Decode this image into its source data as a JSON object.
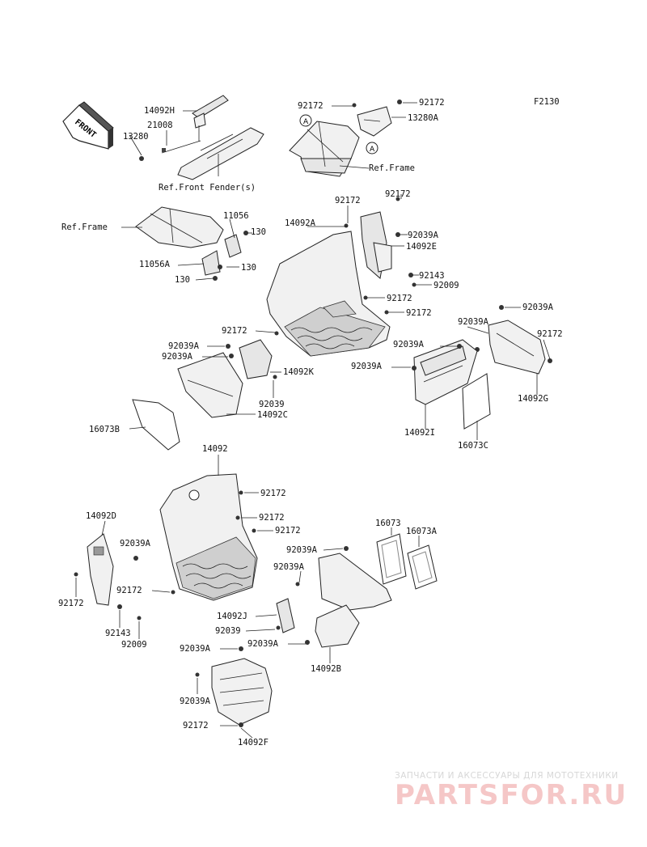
{
  "figure_code": "F2130",
  "front_arrow": "FRONT",
  "ref_labels": {
    "frame_top": "Ref.Frame",
    "front_fender": "Ref.Front Fender(s)",
    "frame_left": "Ref.Frame"
  },
  "callout_letter": "A",
  "parts": {
    "p14092H": "14092H",
    "p21008": "21008",
    "p13280": "13280",
    "p92172_a": "92172",
    "p92172_b": "92172",
    "p13280A": "13280A",
    "p11056": "11056",
    "p130_a": "130",
    "p130_b": "130",
    "p11056A": "11056A",
    "p130_c": "130",
    "p92172_c": "92172",
    "p14092A": "14092A",
    "p92172_d": "92172",
    "p92039A_a": "92039A",
    "p14092E": "14092E",
    "p92143_a": "92143",
    "p92009_a": "92009",
    "p92172_e": "92172",
    "p92172_f": "92172",
    "p92039A_b": "92039A",
    "p92172_g": "92172",
    "p92039A_c": "92039A",
    "p92039A_d": "92039A",
    "p92172_h": "92172",
    "p92039A_e": "92039A",
    "p92039A_f": "92039A",
    "p14092K": "14092K",
    "p92039A_g": "92039A",
    "p14092G": "14092G",
    "p92039_a": "92039",
    "p14092C": "14092C",
    "p16073B": "16073B",
    "p14092I": "14092I",
    "p16073C": "16073C",
    "p14092": "14092",
    "p92172_i": "92172",
    "p14092D": "14092D",
    "p92172_j": "92172",
    "p92172_k": "92172",
    "p16073": "16073",
    "p16073A": "16073A",
    "p92039A_h": "92039A",
    "p92039A_i": "92039A",
    "p92039A_j": "92039A",
    "p92172_l": "92172",
    "p92172_m": "92172",
    "p14092J": "14092J",
    "p92143_b": "92143",
    "p92039_b": "92039",
    "p92009_b": "92009",
    "p92039A_k": "92039A",
    "p92039A_l": "92039A",
    "p14092B": "14092B",
    "p92039A_m": "92039A",
    "p92172_n": "92172",
    "p14092F": "14092F"
  },
  "watermark": {
    "tagline": "ЗАПЧАСТИ И АКСЕССУАРЫ ДЛЯ МОТОТЕХНИКИ",
    "brand": "PARTSFOR.RU"
  }
}
